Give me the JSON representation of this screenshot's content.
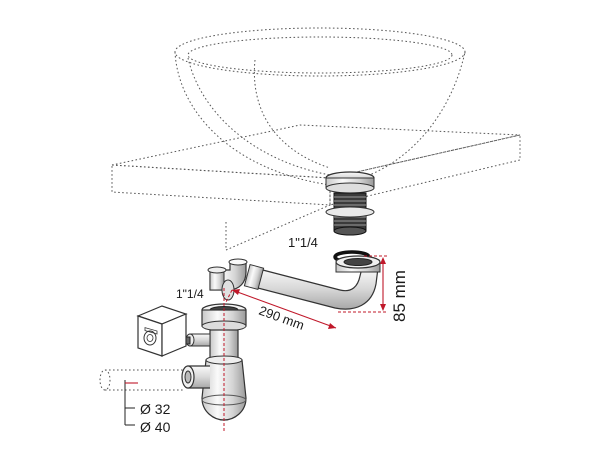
{
  "labels": {
    "top_thread": "1\"1/4",
    "side_thread": "1\"1/4",
    "pipe_length": "290 mm",
    "height": "85 mm",
    "dia_small": "Ø 32",
    "dia_large": "Ø 40"
  },
  "colors": {
    "dimension_line": "#c0182a",
    "outline": "#333333",
    "chrome_fill": "#e6e6e6"
  }
}
